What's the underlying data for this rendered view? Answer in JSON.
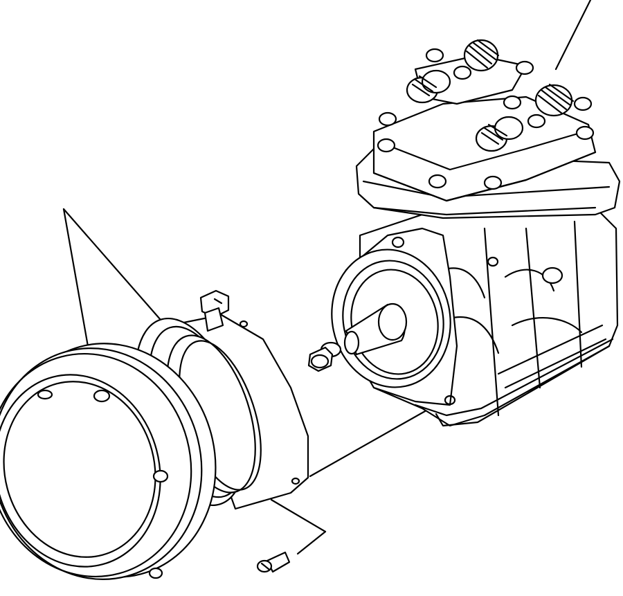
{
  "figure": {
    "callout_count": 3,
    "parts": [
      {
        "id": "compressor",
        "icon": "ac-compressor-icon"
      },
      {
        "id": "clutch-pulley",
        "icon": "pulley-icon"
      },
      {
        "id": "field-coil",
        "icon": "field-coil-icon"
      },
      {
        "id": "bolt",
        "icon": "bolt-icon"
      },
      {
        "id": "shaft-nut",
        "icon": "nut-icon"
      }
    ]
  }
}
